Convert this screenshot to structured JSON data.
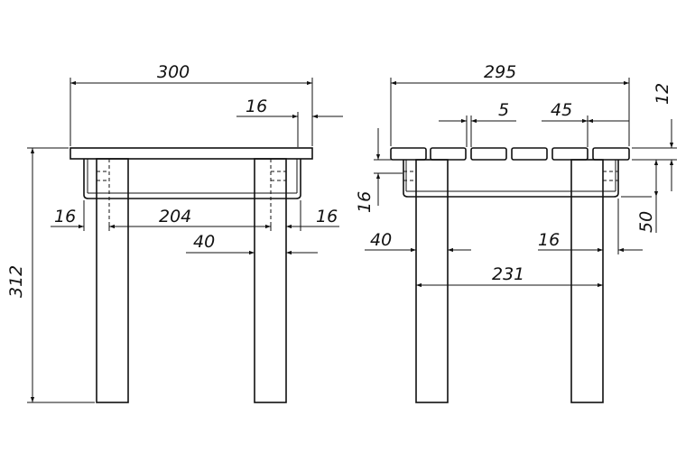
{
  "front_view": {
    "width_overall": "300",
    "leg_offset": "16",
    "left_leg_offset": "16",
    "inner_span": "204",
    "right_leg_offset": "16",
    "leg_width": "40",
    "height": "312"
  },
  "side_view": {
    "width_overall": "295",
    "slat_gap": "5",
    "slat_width": "45",
    "seat_thickness": "12",
    "rail_offset": "16",
    "apron_height": "50",
    "leg_width": "40",
    "leg_offset": "16",
    "leg_span": "231"
  }
}
